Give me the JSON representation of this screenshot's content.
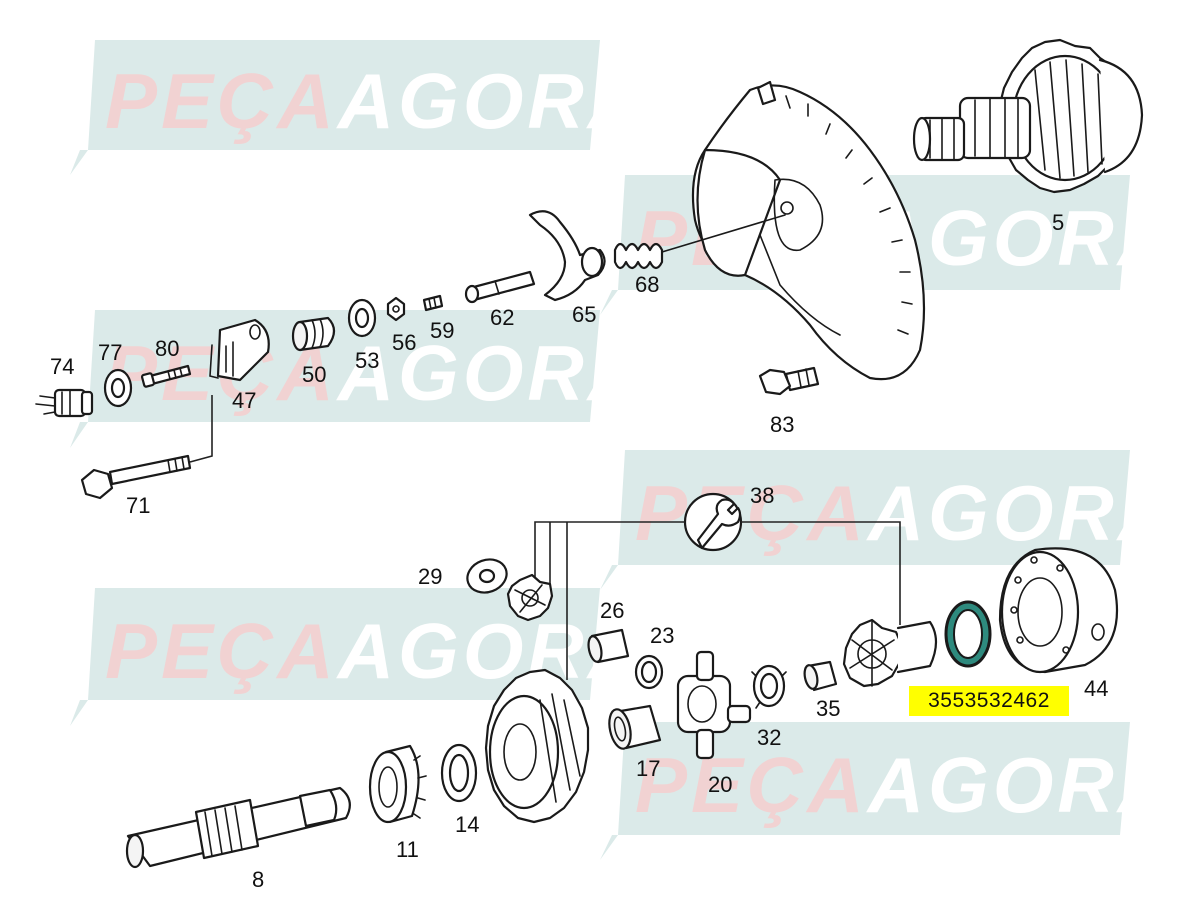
{
  "watermark": {
    "part1": "PEÇA",
    "part2": "AGORA"
  },
  "highlight": {
    "part_number": "3553532462",
    "color": "#ffff00"
  },
  "ring_color": "#2e8a7e",
  "labels": {
    "l5": "5",
    "l8": "8",
    "l11": "11",
    "l14": "14",
    "l17": "17",
    "l20": "20",
    "l23": "23",
    "l26": "26",
    "l29": "29",
    "l32": "32",
    "l35": "35",
    "l38": "38",
    "l44": "44",
    "l47": "47",
    "l50": "50",
    "l53": "53",
    "l56": "56",
    "l59": "59",
    "l62": "62",
    "l65": "65",
    "l68": "68",
    "l71": "71",
    "l74": "74",
    "l77": "77",
    "l80": "80",
    "l83": "83"
  }
}
